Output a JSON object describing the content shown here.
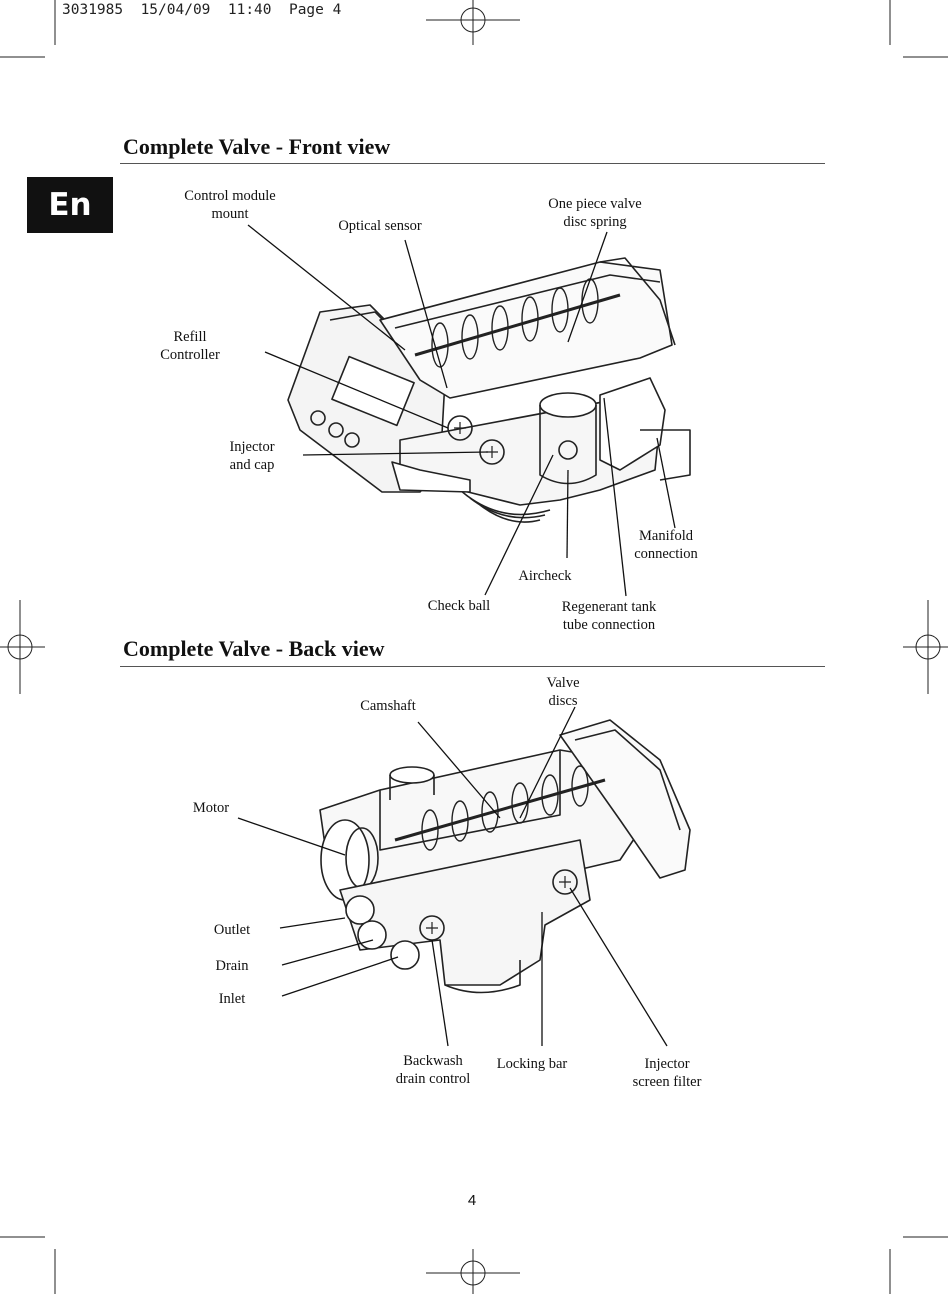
{
  "print_header": "3031985  15/04/09  11:40  Page 4",
  "language_tab": "En",
  "front_view": {
    "title": "Complete Valve - Front view",
    "labels": {
      "control_module_mount": "Control module\nmount",
      "optical_sensor": "Optical sensor",
      "one_piece_valve_disc_spring": "One piece valve\ndisc spring",
      "refill_controller": "Refill\nController",
      "injector_and_cap": "Injector\nand cap",
      "manifold_connection": "Manifold\nconnection",
      "aircheck": "Aircheck",
      "check_ball": "Check ball",
      "regenerant_tank_tube_connection": "Regenerant tank\ntube connection"
    }
  },
  "back_view": {
    "title": "Complete Valve - Back view",
    "labels": {
      "valve_discs": "Valve\ndiscs",
      "camshaft": "Camshaft",
      "motor": "Motor",
      "outlet": "Outlet",
      "drain": "Drain",
      "inlet": "Inlet",
      "backwash_drain_control": "Backwash\ndrain control",
      "locking_bar": "Locking bar",
      "injector_screen_filter": "Injector\nscreen filter"
    }
  },
  "page_number": "4"
}
